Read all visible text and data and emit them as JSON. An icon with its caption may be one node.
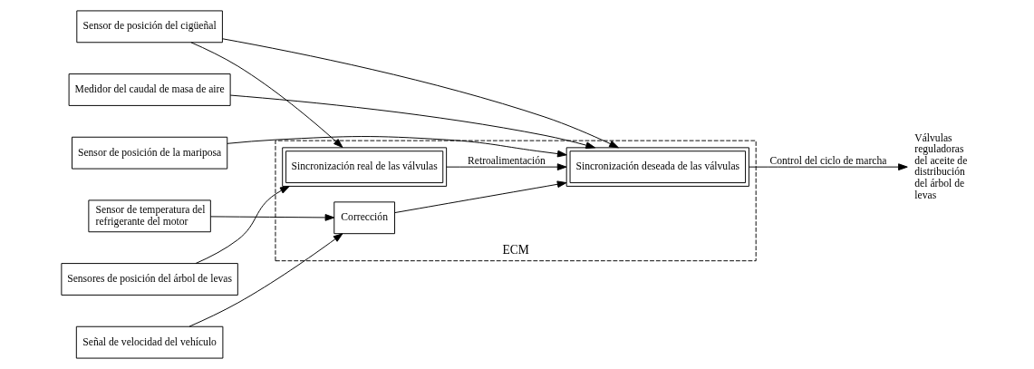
{
  "diagram": {
    "nodes": [
      {
        "text": [
          "ECM"
        ]
      },
      {
        "text": [
          "Sensor de posición del cigüeñal"
        ]
      },
      {
        "text": [
          "Medidor del caudal de masa de aire"
        ]
      },
      {
        "text": [
          "Sensor de posición de la mariposa"
        ]
      },
      {
        "text": [
          "Sensor de temperatura del refrigerante del motor"
        ]
      },
      {
        "text": [
          "Sensores de posición del árbol de levas"
        ]
      },
      {
        "text": [
          "Señal de velocidad del vehículo"
        ]
      },
      {
        "text": [
          "Sincronización deseada de las válvulas"
        ],
        "in": 0
      },
      {
        "text": [
          "Corrección"
        ],
        "in": 0
      },
      {
        "text": [
          "Sincronización real de las válvulas"
        ],
        "in": 0
      },
      {
        "text": [
          "Válvulas reguladoras del aceite de distribución del árbol de levas"
        ]
      }
    ],
    "edges": [
      {
        "from": 1,
        "to": 7,
        "arrow": "to"
      },
      {
        "from": 1,
        "to": 9,
        "arrow": "to"
      },
      {
        "from": 2,
        "to": 7,
        "arrow": "to"
      },
      {
        "from": 3,
        "to": 7,
        "arrow": "to"
      },
      {
        "from": 4,
        "to": 8,
        "arrow": "to"
      },
      {
        "from": 5,
        "to": 9,
        "arrow": "to"
      },
      {
        "from": 6,
        "to": 8,
        "arrow": "to"
      },
      {
        "from": 8,
        "to": 7,
        "arrow": "to"
      },
      {
        "from": 9,
        "to": 7,
        "arrow": "to",
        "label": "Retroalimentación"
      },
      {
        "from": 7,
        "to": 10,
        "arrow": "to",
        "label": "Control del ciclo de marcha"
      }
    ]
  }
}
